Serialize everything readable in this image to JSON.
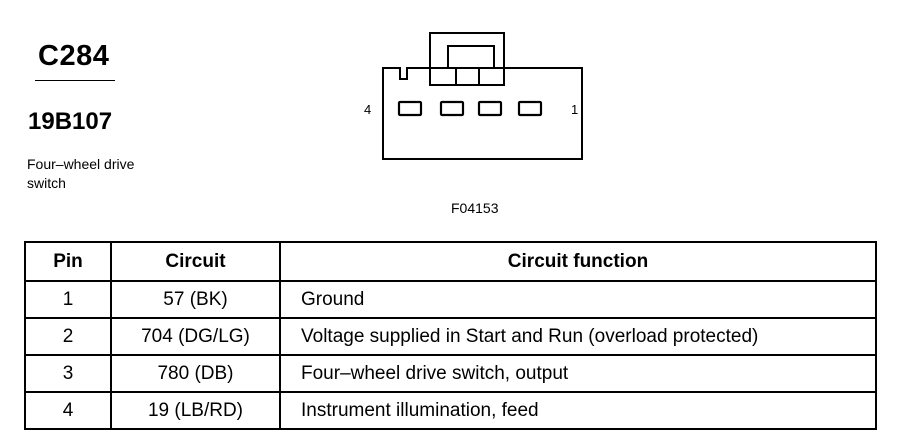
{
  "header": {
    "connector_id": "C284",
    "part_number": "19B107",
    "description_line1": "Four–wheel drive",
    "description_line2": "switch"
  },
  "diagram": {
    "pin_left_label": "4",
    "pin_right_label": "1",
    "figure_id": "F04153"
  },
  "table": {
    "headers": [
      "Pin",
      "Circuit",
      "Circuit function"
    ],
    "rows": [
      {
        "pin": "1",
        "circuit": "57 (BK)",
        "function": "Ground"
      },
      {
        "pin": "2",
        "circuit": "704 (DG/LG)",
        "function": "Voltage supplied in Start and Run (overload protected)"
      },
      {
        "pin": "3",
        "circuit": "780 (DB)",
        "function": "Four–wheel drive switch, output"
      },
      {
        "pin": "4",
        "circuit": "19 (LB/RD)",
        "function": "Instrument illumination, feed"
      }
    ]
  }
}
